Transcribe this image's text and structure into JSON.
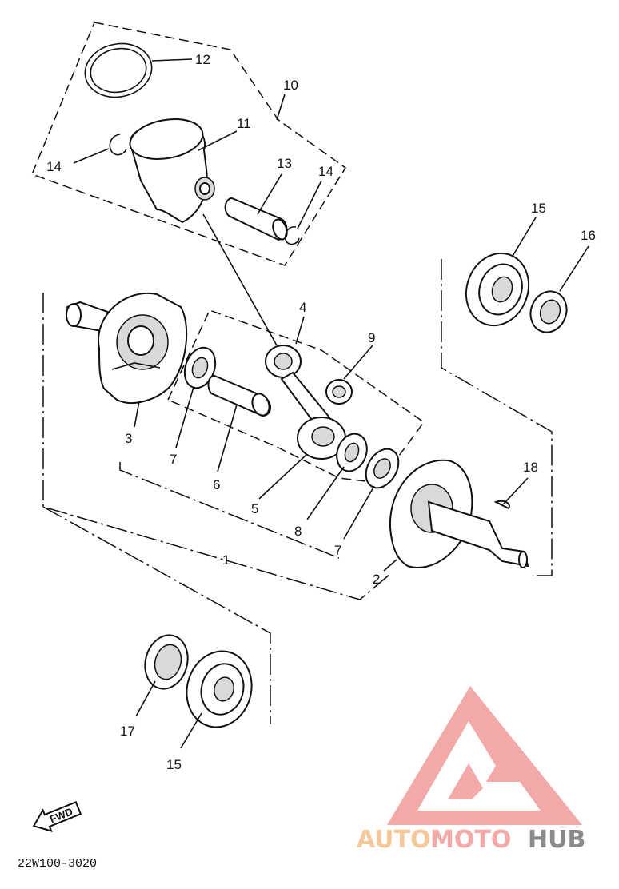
{
  "diagram_code": "22W100-3020",
  "fwd_label": "FWD",
  "watermark": {
    "part1": "AUTO",
    "part2": "MOTO",
    "part3": "HUB",
    "accent": "#f4a9a9",
    "accent_dark": "#ef8f8f"
  },
  "callouts": {
    "c12": "12",
    "c10": "10",
    "c11": "11",
    "c14a": "14",
    "c13": "13",
    "c14b": "14",
    "c15a": "15",
    "c16": "16",
    "c4": "4",
    "c9": "9",
    "c3": "3",
    "c7a": "7",
    "c6": "6",
    "c5": "5",
    "c8": "8",
    "c1": "1",
    "c7b": "7",
    "c18": "18",
    "c2": "2",
    "c17": "17",
    "c15b": "15"
  }
}
